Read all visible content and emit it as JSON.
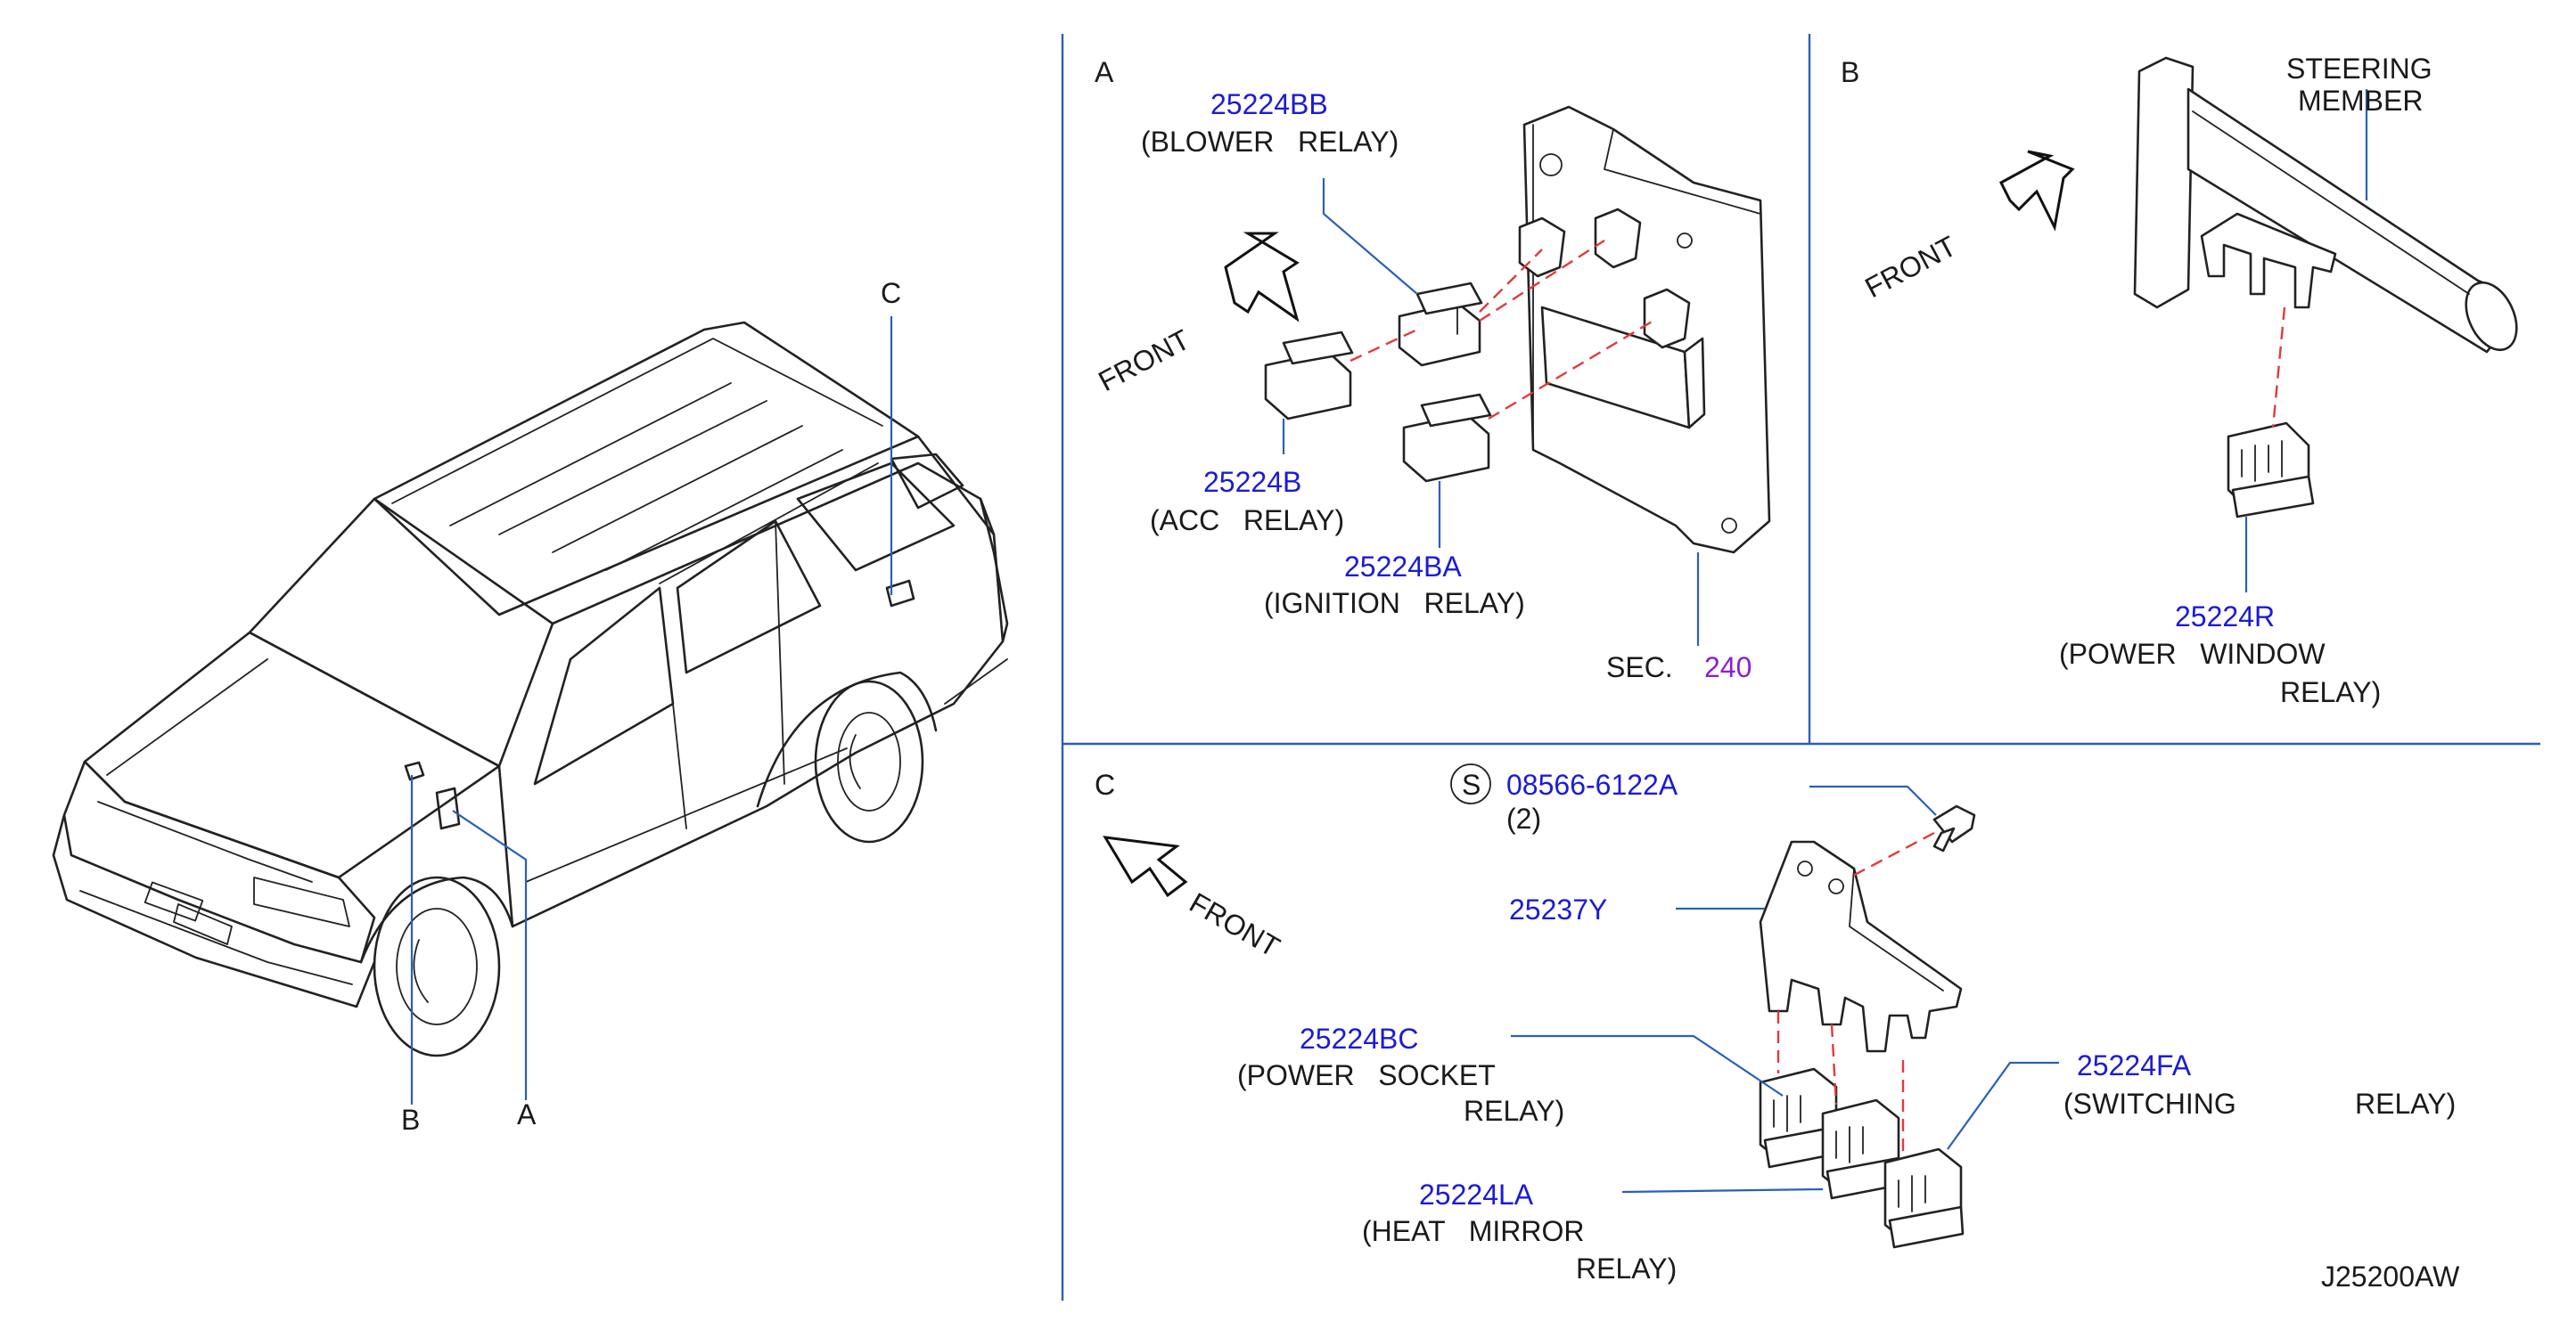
{
  "diagram_code": "J25200AW",
  "overview": {
    "callouts": {
      "a": "A",
      "b": "B",
      "c": "C"
    }
  },
  "panel_a": {
    "label": "A",
    "front": "FRONT",
    "parts": [
      {
        "number": "25224BB",
        "name": "(BLOWER   RELAY)"
      },
      {
        "number": "25224B",
        "name": "(ACC   RELAY)"
      },
      {
        "number": "25224BA",
        "name": "(IGNITION   RELAY)"
      }
    ],
    "section_prefix": "SEC.",
    "section_number": "240"
  },
  "panel_b": {
    "label": "B",
    "front": "FRONT",
    "member_line1": "STEERING",
    "member_line2": "MEMBER",
    "part_number": "25224R",
    "part_name_line1": "(POWER   WINDOW",
    "part_name_line2": "RELAY)"
  },
  "panel_c": {
    "label": "C",
    "front": "FRONT",
    "screw_symbol": "S",
    "screw_number": "08566-6122A",
    "screw_qty": "(2)",
    "bracket_number": "25237Y",
    "socket_number": "25224BC",
    "socket_line1": "(POWER   SOCKET",
    "socket_line2": "RELAY)",
    "switching_number": "25224FA",
    "switching_line1": "(SWITCHING",
    "switching_line2": "RELAY)",
    "mirror_number": "25224LA",
    "mirror_line1": "(HEAT   MIRROR",
    "mirror_line2": "RELAY)"
  },
  "colors": {
    "part_number": "#1b1bd6",
    "section_ref": "#8a1fd6",
    "leader": "#2a5fb8",
    "dashed_guide": "#e23a3a",
    "ink": "#1a1a1a"
  }
}
